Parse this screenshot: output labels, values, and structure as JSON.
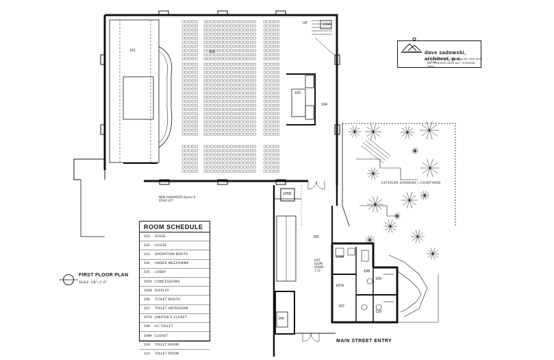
{
  "title_block": {
    "firm": "dave sadowski, architect, p.c.",
    "address": "97 mason road, petersburgh new york 12138",
    "phone": "ph: (518)658-2830   fax: (518)658-2834"
  },
  "plan": {
    "title": "FIRST FLOOR PLAN",
    "scale": "SCALE: 1/8\"=1'-0\""
  },
  "room_schedule": {
    "title": "ROOM SCHEDULE",
    "rows": [
      {
        "num": "101",
        "name": "STAGE"
      },
      {
        "num": "102",
        "name": "HOUSE"
      },
      {
        "num": "103",
        "name": "OPERATION BOOTH"
      },
      {
        "num": "104",
        "name": "UNDER MEZZANINE"
      },
      {
        "num": "105",
        "name": "LOBBY"
      },
      {
        "num": "105A",
        "name": "CONCESSIONS"
      },
      {
        "num": "105B",
        "name": "DISPLAY"
      },
      {
        "num": "106",
        "name": "TICKET BOOTH"
      },
      {
        "num": "107",
        "name": "TOILET ANTEROOM"
      },
      {
        "num": "107A",
        "name": "JANITOR'S CLOSET"
      },
      {
        "num": "108",
        "name": "HC TOILET"
      },
      {
        "num": "108A",
        "name": "CLOSET"
      },
      {
        "num": "109",
        "name": "TOILET ROOM"
      },
      {
        "num": "110",
        "name": "TOILET ROOM"
      }
    ]
  },
  "room_tags": {
    "r101": "101",
    "r102": "102",
    "r103": "103",
    "r104": "104",
    "r104a": "104A",
    "r105": "105",
    "r105b": "105B",
    "r106": "106",
    "r107": "107",
    "r107a": "107A",
    "r108": "108",
    "r108a": "108A",
    "r109": "109",
    "r110": "110"
  },
  "notes": {
    "up": "UP",
    "stair_lift": "NEW GARAVENTA Xpress II STAIR LIFT",
    "exit_slope": "EXIT SLOPE DOWN 1:12",
    "courtyard": "EXTERIOR GARDENS / COURTYARD",
    "main_entry": "MAIN STREET ENTRY"
  }
}
